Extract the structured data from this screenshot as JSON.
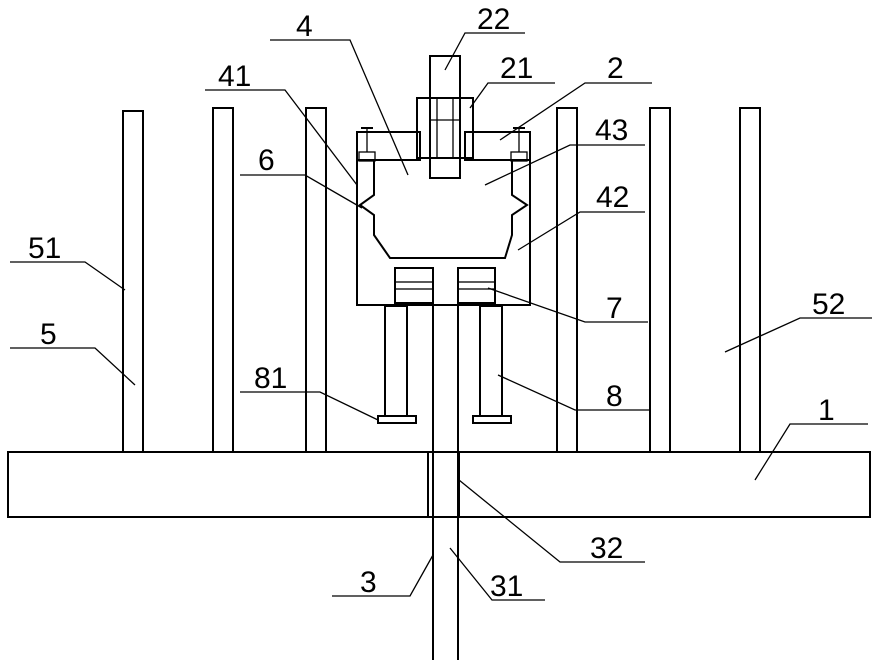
{
  "labels": {
    "l1": "1",
    "l2": "2",
    "l3": "3",
    "l4": "4",
    "l5": "5",
    "l6": "6",
    "l7": "7",
    "l8": "8",
    "l21": "21",
    "l22": "22",
    "l31": "31",
    "l32": "32",
    "l41": "41",
    "l42": "42",
    "l43": "43",
    "l51": "51",
    "l52": "52",
    "l81": "81"
  }
}
